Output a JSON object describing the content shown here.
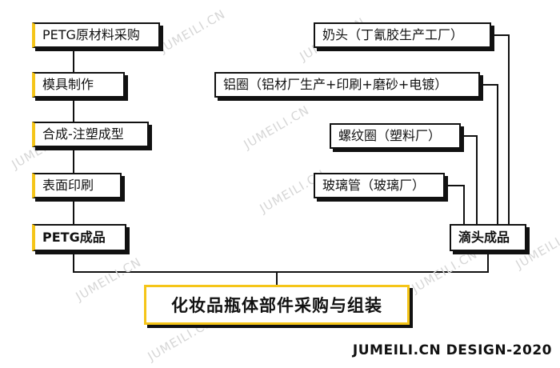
{
  "left_chain": [
    "PETG原材料采购",
    "模具制作",
    "合成-注塑成型",
    "表面印刷"
  ],
  "left_product": "PETG成品",
  "right_parts": [
    "奶头（丁氰胶生产工厂）",
    "铝圈（铝材厂生产+印刷+磨砂+电镀）",
    "螺纹圈（塑料厂）",
    "玻璃管（玻璃厂）"
  ],
  "right_product": "滴头成品",
  "final_step": "化妆品瓶体部件采购与组装",
  "credit": "JUMEILI.CN DESIGN-2020",
  "watermark": "JUMEILI.CN",
  "colors": {
    "accent": "#f5c518",
    "line": "#111111"
  }
}
